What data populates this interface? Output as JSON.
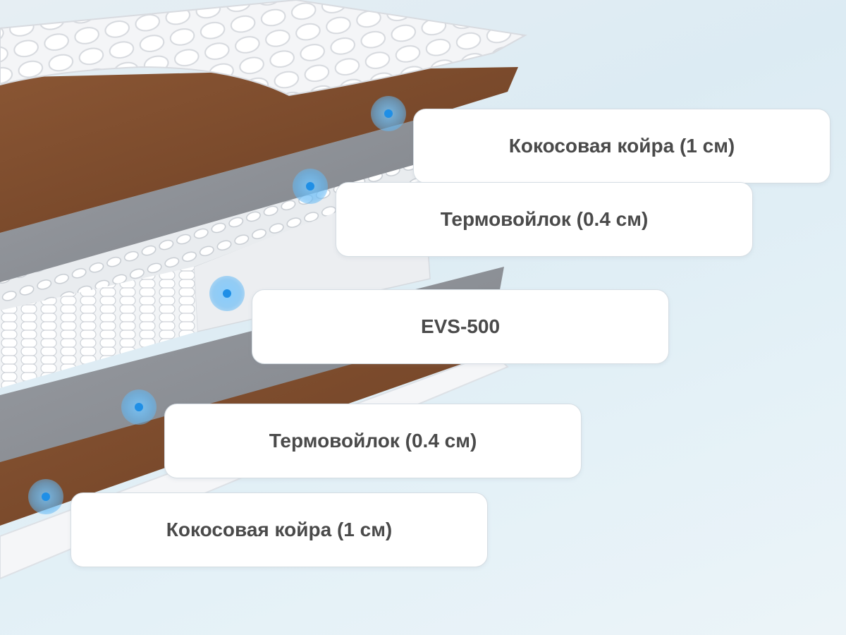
{
  "layers": [
    {
      "label": "Кокосовая койра (1 см)",
      "material": "coconut-coir"
    },
    {
      "label": "Термовойлок (0.4 см)",
      "material": "thermal-felt"
    },
    {
      "label": "EVS-500",
      "material": "spring-block"
    },
    {
      "label": "Термовойлок (0.4 см)",
      "material": "thermal-felt"
    },
    {
      "label": "Кокосовая койра (1 см)",
      "material": "coconut-coir"
    }
  ],
  "colors": {
    "coir": "#7a4a2c",
    "felt": "#8d9096",
    "cover": "#f3f4f6",
    "marker": "#1f8fe6",
    "label_text": "#4a4a4a"
  }
}
